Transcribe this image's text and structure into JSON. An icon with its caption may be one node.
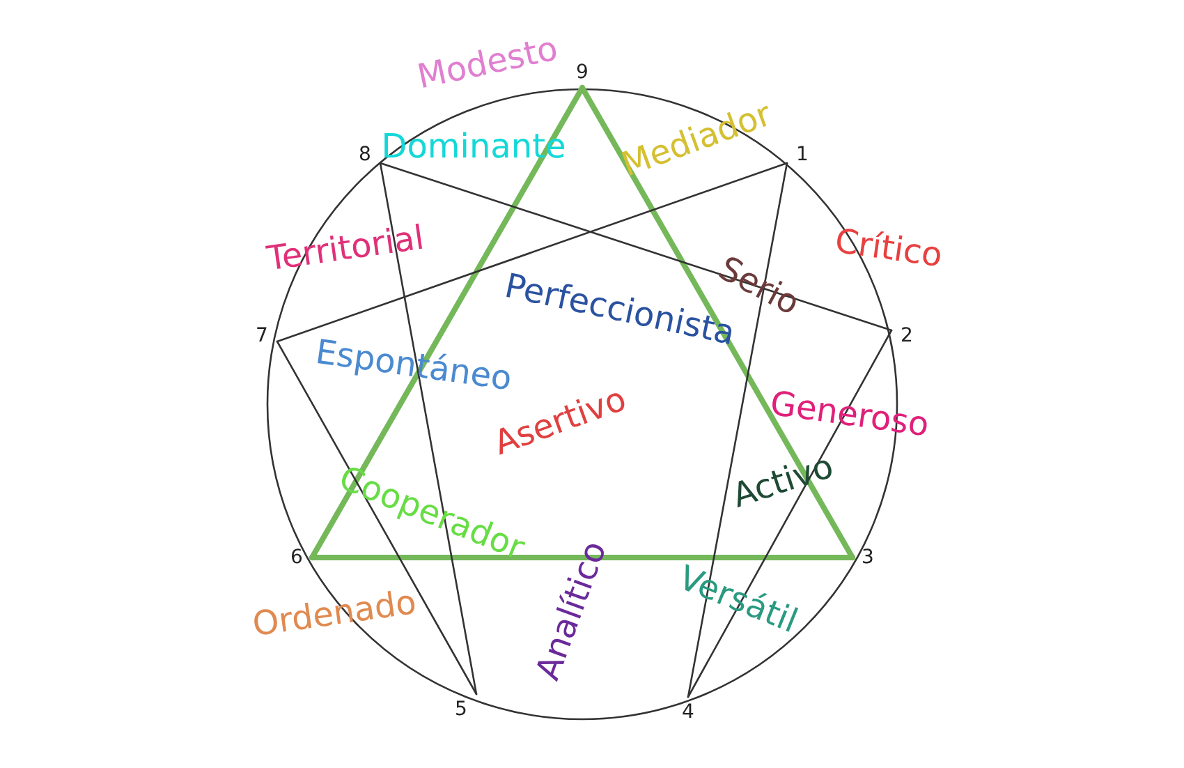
{
  "diagram": {
    "nodes": [
      {
        "text": [
          "9"
        ]
      },
      {
        "text": [
          "8"
        ]
      },
      {
        "text": [
          "1"
        ]
      },
      {
        "text": [
          "7"
        ]
      },
      {
        "text": [
          "2"
        ]
      },
      {
        "text": [
          "6"
        ]
      },
      {
        "text": [
          "3"
        ]
      },
      {
        "text": [
          "5"
        ]
      },
      {
        "text": [
          "4"
        ]
      }
    ],
    "edges": [
      {
        "from": 0,
        "to": 6,
        "arrow": "none",
        "style": "thick",
        "color": "#74b85a"
      },
      {
        "from": 6,
        "to": 5,
        "arrow": "none",
        "style": "thick",
        "color": "#74b85a"
      },
      {
        "from": 5,
        "to": 0,
        "arrow": "none",
        "style": "thick",
        "color": "#74b85a"
      },
      {
        "from": 2,
        "to": 8,
        "arrow": "none"
      },
      {
        "from": 8,
        "to": 4,
        "arrow": "none"
      },
      {
        "from": 4,
        "to": 1,
        "arrow": "none"
      },
      {
        "from": 1,
        "to": 7,
        "arrow": "none"
      },
      {
        "from": 7,
        "to": 3,
        "arrow": "none"
      },
      {
        "from": 3,
        "to": 2,
        "arrow": "none"
      }
    ],
    "labels": [
      "Modesto",
      "Dominante",
      "Mediador",
      "Crítico",
      "Territorial",
      "Serio",
      "Perfeccionista",
      "Espontáneo",
      "Generoso",
      "Asertivo",
      "Activo",
      "Cooperador",
      "Ordenado",
      "Analítico",
      "Versátil"
    ]
  }
}
